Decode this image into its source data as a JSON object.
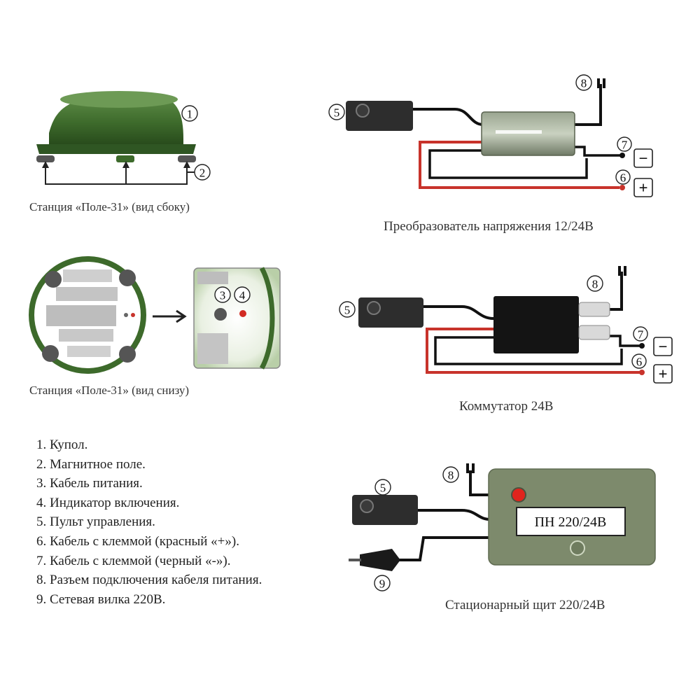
{
  "captions": {
    "side_view": "Станция «Поле-31»  (вид сбоку)",
    "bottom_view": "Станция «Поле-31»  (вид снизу)",
    "converter": "Преобразователь напряжения 12/24В",
    "commutator": "Коммутатор 24В",
    "panel": "Стационарный щит 220/24В"
  },
  "panel_label": "ПН 220/24В",
  "markers": {
    "n1": "1",
    "n2": "2",
    "n3": "3",
    "n4": "4",
    "n5": "5",
    "n6": "6",
    "n7": "7",
    "n8": "8",
    "n9": "9",
    "minus": "−",
    "plus": "+"
  },
  "legend": [
    "1. Купол.",
    "2. Магнитное поле.",
    "3. Кабель питания.",
    "4. Индикатор включения.",
    "5. Пульт управления.",
    "6. Кабель с клеммой (красный «+»).",
    "7. Кабель с клеммой (черный «-»).",
    "8. Разъем подключения кабеля питания.",
    "9. Сетевая вилка 220В."
  ],
  "colors": {
    "dome_green": "#3f6b2e",
    "cable_red": "#c8332b",
    "cable_black": "#111111",
    "panel_olive": "#7d8a6c"
  }
}
